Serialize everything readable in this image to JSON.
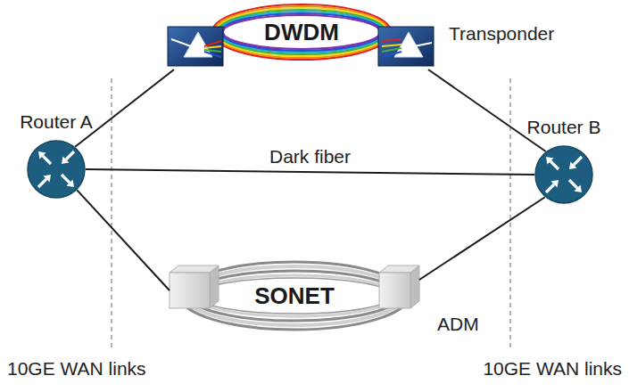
{
  "diagram": {
    "nodes": [
      {
        "text": [
          "Router A"
        ]
      },
      {
        "text": [
          "Router B"
        ]
      },
      {
        "text": [
          "DWDM"
        ]
      },
      {
        "text": [
          "SONET"
        ]
      }
    ],
    "edges": [
      {
        "from": 0,
        "to": 2,
        "arrow": "none"
      },
      {
        "from": 2,
        "to": 1,
        "arrow": "none"
      },
      {
        "from": 0,
        "to": 1,
        "label": "Dark fiber",
        "arrow": "none"
      },
      {
        "from": 0,
        "to": 3,
        "arrow": "none"
      },
      {
        "from": 3,
        "to": 1,
        "arrow": "none"
      }
    ],
    "labels": [
      "Transponder",
      "ADM",
      "10GE WAN links",
      "10GE WAN links"
    ]
  }
}
